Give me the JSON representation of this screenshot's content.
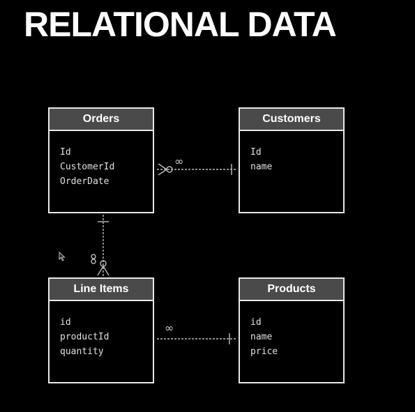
{
  "title": "RELATIONAL DATA",
  "entities": {
    "orders": {
      "name": "Orders",
      "fields": [
        "Id",
        "CustomerId",
        "OrderDate"
      ]
    },
    "customers": {
      "name": "Customers",
      "fields": [
        "Id",
        "name"
      ]
    },
    "line_items": {
      "name": "Line Items",
      "fields": [
        "id",
        "productId",
        "quantity"
      ]
    },
    "products": {
      "name": "Products",
      "fields": [
        "id",
        "name",
        "price"
      ]
    }
  },
  "relationships": {
    "orders_customers": {
      "many_symbol": "∞"
    },
    "lineitems_products": {
      "many_symbol": "∞"
    }
  },
  "colors": {
    "background": "#000000",
    "header": "#4a4a4a",
    "border": "#e8e8e8",
    "text": "#ffffff"
  }
}
